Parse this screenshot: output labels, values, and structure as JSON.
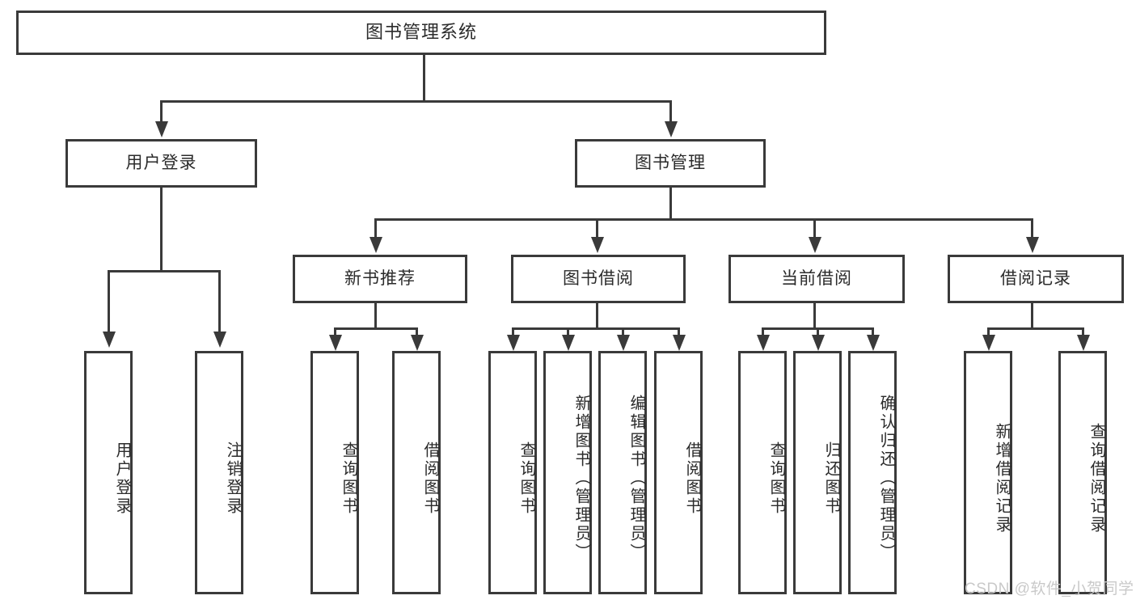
{
  "diagram": {
    "title": "图书管理系统",
    "type": "tree-hierarchy",
    "watermark": "CSDN @软件_小贺同学",
    "colors": {
      "stroke": "#3a3a3a",
      "text": "#2b2b2b",
      "background": "#ffffff",
      "watermark": "#c9c9c9"
    },
    "nodes": {
      "root": {
        "label": "图书管理系统"
      },
      "level2": [
        {
          "id": "user-login",
          "label": "用户登录"
        },
        {
          "id": "book-management",
          "label": "图书管理"
        }
      ],
      "level3": [
        {
          "id": "new-book-recommend",
          "label": "新书推荐"
        },
        {
          "id": "book-borrow",
          "label": "图书借阅"
        },
        {
          "id": "current-borrow",
          "label": "当前借阅"
        },
        {
          "id": "borrow-record",
          "label": "借阅记录"
        }
      ],
      "leaves": {
        "user_login": [
          {
            "id": "leaf-user-login",
            "label": "用户登录"
          },
          {
            "id": "leaf-user-logout",
            "label": "注销登录"
          }
        ],
        "new_book_recommend": [
          {
            "id": "leaf-query-book-1",
            "label": "查询图书"
          },
          {
            "id": "leaf-borrow-book-1",
            "label": "借阅图书"
          }
        ],
        "book_borrow": [
          {
            "id": "leaf-query-book-2",
            "label": "查询图书"
          },
          {
            "id": "leaf-add-book",
            "label": "新增图书（管理员）"
          },
          {
            "id": "leaf-edit-book",
            "label": "编辑图书（管理员）"
          },
          {
            "id": "leaf-borrow-book-2",
            "label": "借阅图书"
          }
        ],
        "current_borrow": [
          {
            "id": "leaf-query-book-3",
            "label": "查询图书"
          },
          {
            "id": "leaf-return-book",
            "label": "归还图书"
          },
          {
            "id": "leaf-confirm-return",
            "label": "确认归还（管理员）"
          }
        ],
        "borrow_record": [
          {
            "id": "leaf-add-record",
            "label": "新增借阅记录"
          },
          {
            "id": "leaf-query-record",
            "label": "查询借阅记录"
          }
        ]
      }
    }
  }
}
